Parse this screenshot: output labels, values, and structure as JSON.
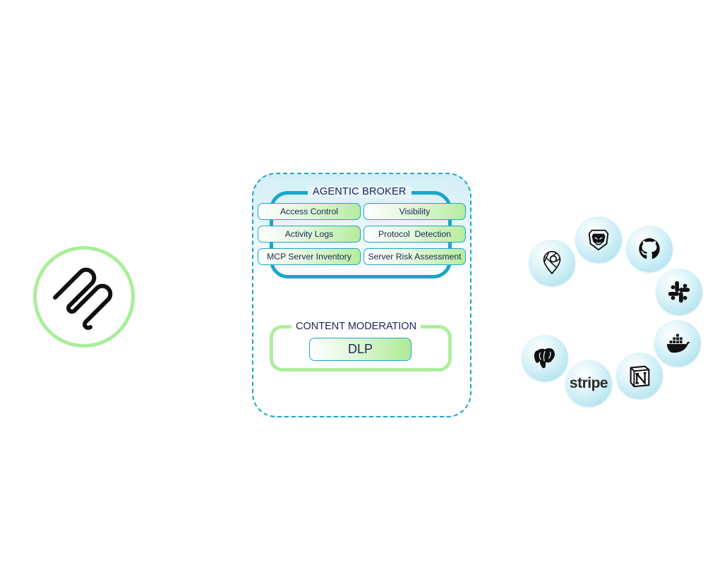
{
  "agent": {
    "logo_icon": "mcp-agent-logo-icon",
    "ring_color": "#a8ee9a"
  },
  "broker": {
    "title": "AGENTIC BROKER",
    "accent_color": "#1aa6cc",
    "features": [
      {
        "label": "Access Control"
      },
      {
        "label": "Visibility"
      },
      {
        "label": "Activity Logs"
      },
      {
        "label": "Protocol  Detection"
      },
      {
        "label": "MCP Server Inventory"
      },
      {
        "label": "Server Risk Assessment"
      }
    ]
  },
  "moderation": {
    "title": "CONTENT MODERATION",
    "accent_color": "#aeee9e",
    "features": [
      {
        "label": "DLP"
      }
    ]
  },
  "tools": [
    {
      "name": "google-maps",
      "icon": "map-pin-icon"
    },
    {
      "name": "brave",
      "icon": "brave-lion-icon"
    },
    {
      "name": "github",
      "icon": "github-icon"
    },
    {
      "name": "slack",
      "icon": "slack-icon"
    },
    {
      "name": "docker",
      "icon": "docker-icon"
    },
    {
      "name": "notion",
      "icon": "notion-icon"
    },
    {
      "name": "stripe",
      "icon": "stripe-icon",
      "label": "stripe"
    },
    {
      "name": "postgresql",
      "icon": "postgresql-icon"
    }
  ]
}
